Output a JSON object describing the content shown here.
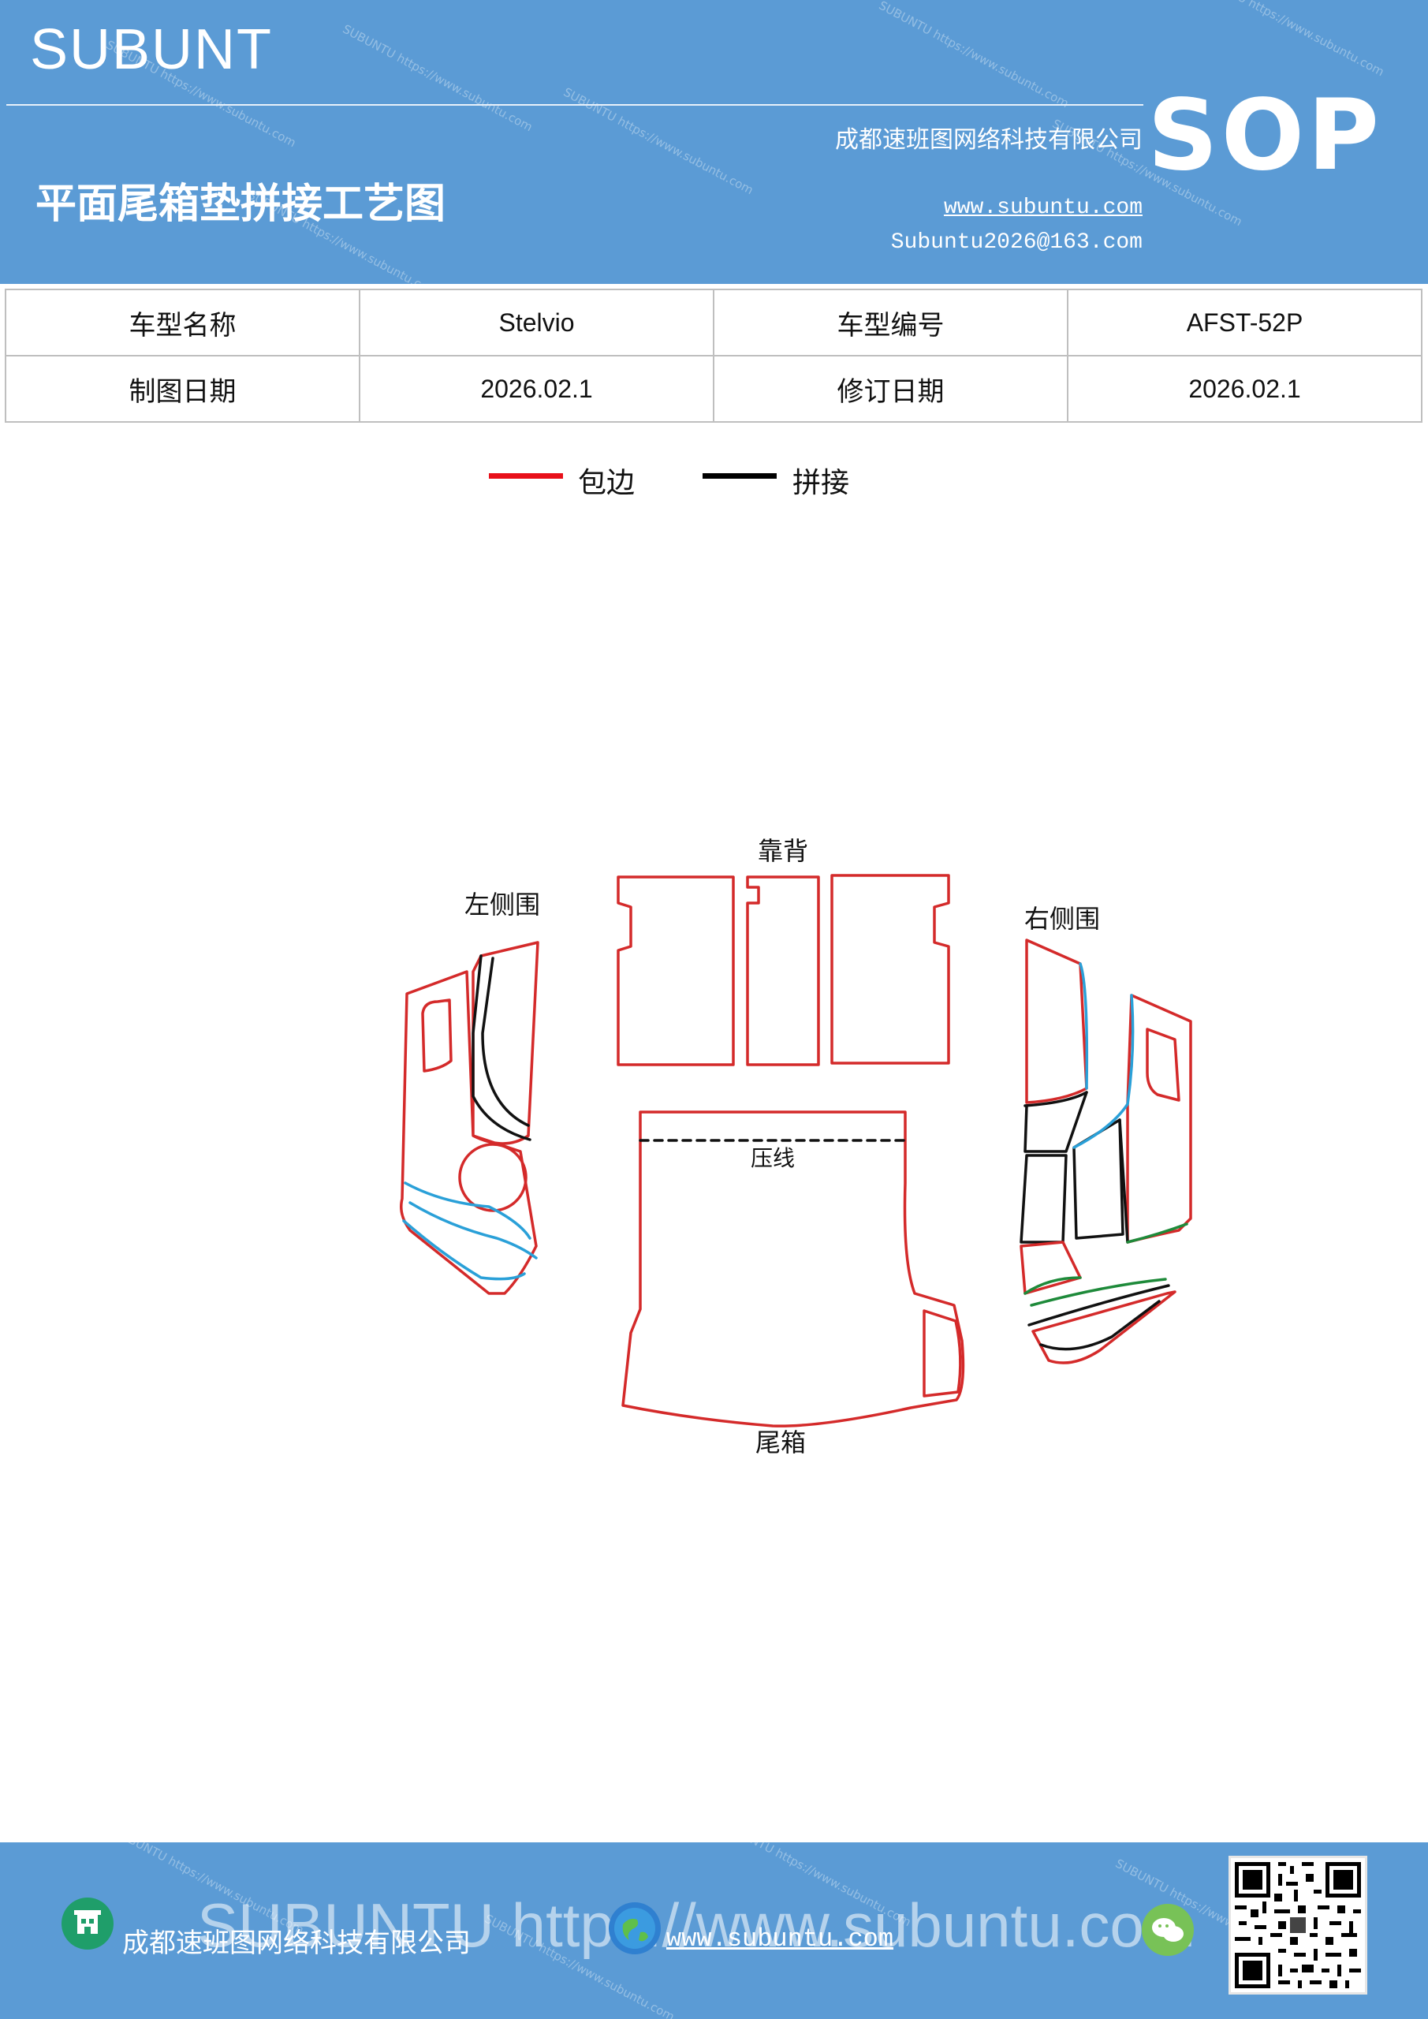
{
  "header": {
    "brand": "SUBUNT",
    "company": "成都速班图网络科技有限公司",
    "title": "平面尾箱垫拼接工艺图",
    "website": "www.subuntu.com",
    "email": "Subuntu2026@163.com",
    "badge": "SOP",
    "watermark": "SUBUNTU https://www.subuntu.com"
  },
  "info_table": {
    "rows": [
      [
        {
          "label": "车型名称",
          "value": "Stelvio"
        },
        {
          "label": "车型编号",
          "value": "AFST-52P"
        }
      ],
      [
        {
          "label": "制图日期",
          "value": "2026.02.1"
        },
        {
          "label": "修订日期",
          "value": "2026.02.1"
        }
      ]
    ]
  },
  "legend": [
    {
      "label": "包边",
      "color": "#e8101a"
    },
    {
      "label": "拼接",
      "color": "#000000"
    }
  ],
  "diagram": {
    "labels": {
      "back": "靠背",
      "left": "左侧围",
      "right": "右侧围",
      "press_line": "压线",
      "trunk": "尾箱"
    },
    "colors": {
      "edge": "#d42a2a",
      "seam": "#111111",
      "blue": "#2aa0d8",
      "green": "#1e8a3a"
    }
  },
  "footer": {
    "watermark": "SUBUNTU https://www.subuntu.com",
    "company": "成都速班图网络科技有限公司",
    "website": "www.subuntu.com",
    "icons": [
      "building-icon",
      "globe-icon",
      "wechat-icon",
      "qr-code"
    ]
  }
}
